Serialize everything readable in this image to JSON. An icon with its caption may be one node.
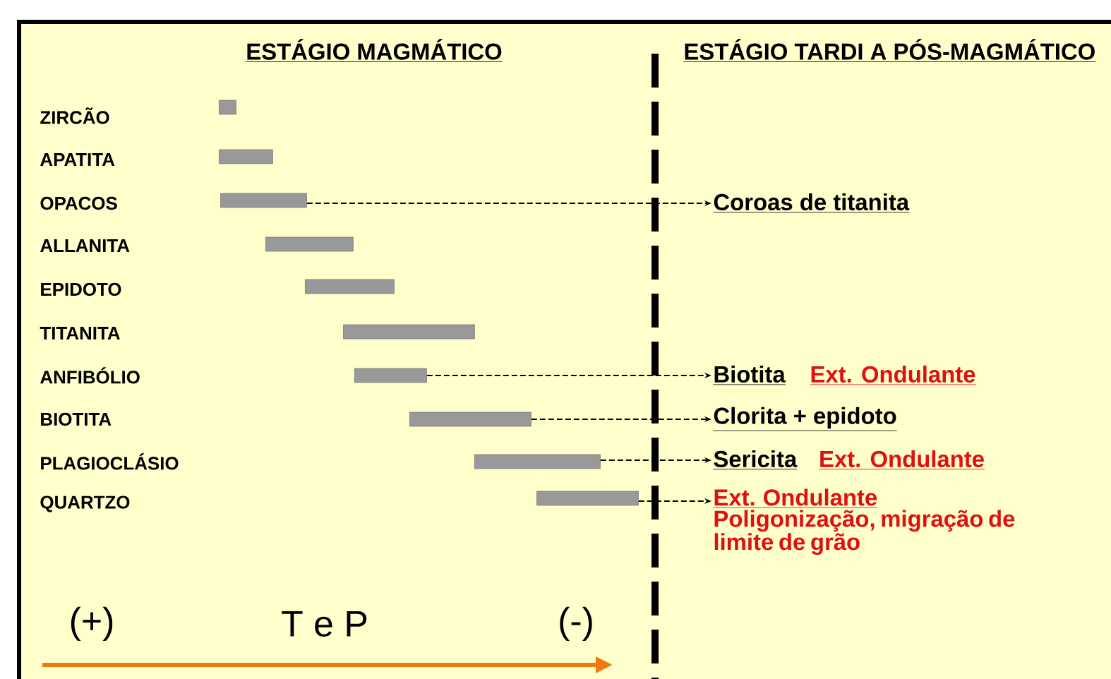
{
  "diagram": {
    "nodes": [
      {
        "text": [],
        "shape": "bar"
      },
      {
        "text": [],
        "shape": "bar"
      },
      {
        "text": [],
        "shape": "bar"
      },
      {
        "text": [],
        "shape": "bar"
      },
      {
        "text": [],
        "shape": "bar"
      },
      {
        "text": [],
        "shape": "bar"
      },
      {
        "text": [],
        "shape": "bar"
      },
      {
        "text": [],
        "shape": "bar"
      },
      {
        "text": [],
        "shape": "bar"
      },
      {
        "text": [],
        "shape": "bar"
      },
      {
        "text": [
          "Coroas de titanita"
        ]
      },
      {
        "text": [
          "Biotita"
        ],
        "beside": [
          "Ext. Ondulante"
        ]
      },
      {
        "text": [
          "Clorita + epidoto"
        ]
      },
      {
        "text": [
          "Sericita"
        ],
        "beside": [
          "Ext. Ondulante"
        ]
      },
      {
        "text": [
          "Ext. Ondulante",
          "Poligonização, migração de limite de grão"
        ]
      }
    ],
    "edges": [
      {
        "from": 2,
        "to": 10,
        "arrow": "to",
        "style": "dashed"
      },
      {
        "from": 6,
        "to": 11,
        "arrow": "to",
        "style": "dashed"
      },
      {
        "from": 7,
        "to": 12,
        "arrow": "to",
        "style": "dashed"
      },
      {
        "from": 8,
        "to": 13,
        "arrow": "to",
        "style": "dashed"
      },
      {
        "from": 9,
        "to": 14,
        "arrow": "to",
        "style": "dashed"
      }
    ],
    "labels": [
      "ESTÁGIO MAGMÁTICO",
      "ESTÁGIO TARDI A PÓS-MAGMÁTICO",
      "ZIRCÃO",
      "APATITA",
      "OPACOS",
      "ALLANITA",
      "EPIDOTO",
      "TITANITA",
      "ANFIBÓLIO",
      "BIOTITA",
      "PLAGIOCLÁSIO",
      "QUARTZO",
      "(+)",
      "T e P",
      "(-)"
    ]
  }
}
